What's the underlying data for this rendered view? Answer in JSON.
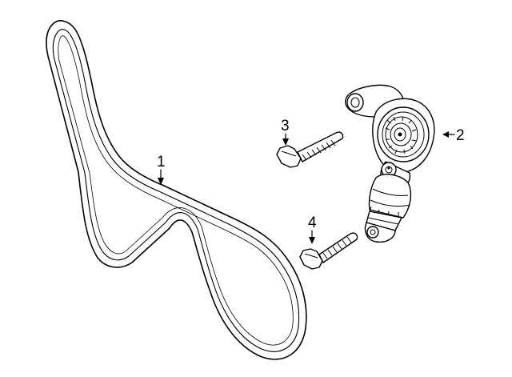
{
  "diagram": {
    "callouts": {
      "belt": "1",
      "tensioner": "2",
      "upper_bolt": "3",
      "lower_bolt": "4"
    }
  }
}
